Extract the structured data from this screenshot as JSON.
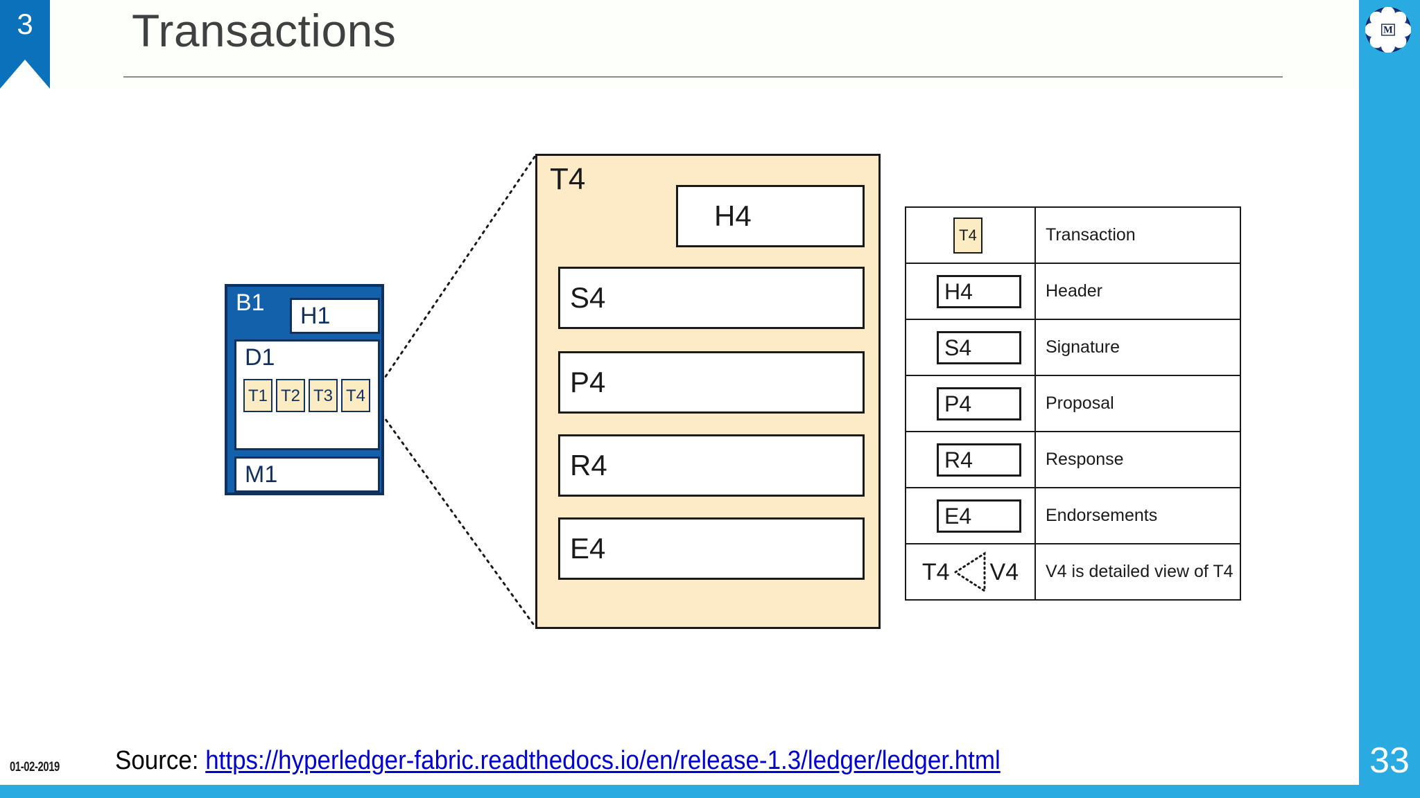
{
  "header": {
    "slide_badge": "3",
    "title": "Transactions"
  },
  "brand": {
    "logo_letter": "M",
    "page_number": "33"
  },
  "footer": {
    "date": "01-02-2019",
    "source_label": "Source: ",
    "source_url": "https://hyperledger-fabric.readthedocs.io/en/release-1.3/ledger/ledger.html"
  },
  "block": {
    "b1_label": "B1",
    "h1_label": "H1",
    "d1_label": "D1",
    "m1_label": "M1",
    "transactions": [
      "T1",
      "T2",
      "T3",
      "T4"
    ]
  },
  "panel": {
    "title": "T4",
    "fields": [
      {
        "label": "H4"
      },
      {
        "label": "S4"
      },
      {
        "label": "P4"
      },
      {
        "label": "R4"
      },
      {
        "label": "E4"
      }
    ]
  },
  "legend": {
    "rows": [
      {
        "symbol": "T4",
        "symbol_style": "chip",
        "description": "Transaction"
      },
      {
        "symbol": "H4",
        "symbol_style": "box",
        "description": "Header"
      },
      {
        "symbol": "S4",
        "symbol_style": "box",
        "description": "Signature"
      },
      {
        "symbol": "P4",
        "symbol_style": "box",
        "description": "Proposal"
      },
      {
        "symbol": "R4",
        "symbol_style": "box",
        "description": "Response"
      },
      {
        "symbol": "E4",
        "symbol_style": "box",
        "description": "Endorsements"
      }
    ],
    "detail_row": {
      "left_label": "T4",
      "right_label": "V4",
      "description": "V4 is detailed view of  T4"
    }
  },
  "colors": {
    "badge_blue": "#0a71ba",
    "brand_blue": "#29ABE2",
    "block_blue": "#1461ab",
    "block_border": "#11305e",
    "panel_cream": "#fcebc6",
    "chip_cream": "#fbecc4",
    "link_blue": "#0000d0"
  }
}
